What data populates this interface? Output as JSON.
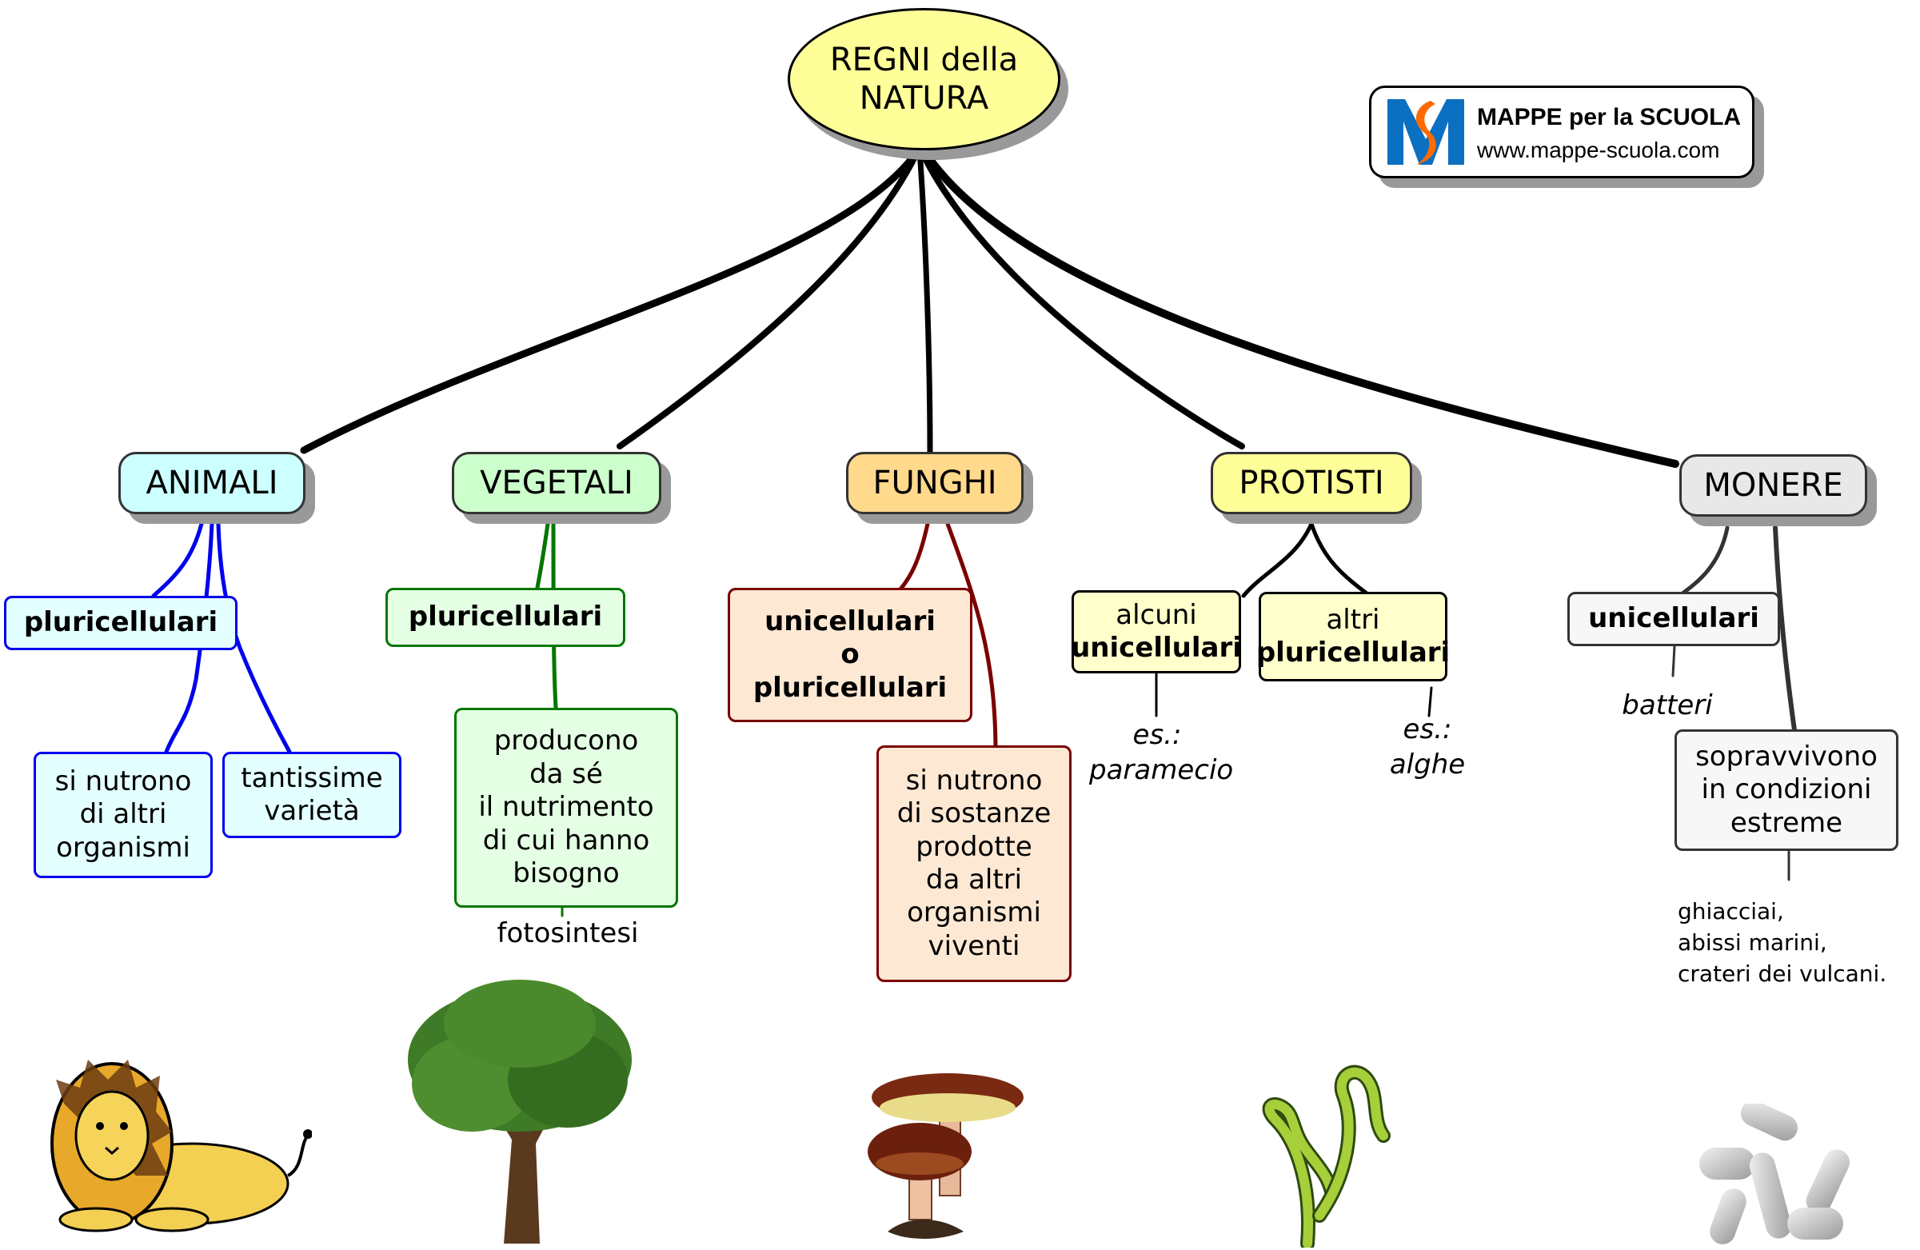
{
  "title": {
    "line1": "REGNI della",
    "line2": "NATURA"
  },
  "logo": {
    "brand": "MAPPE per la SCUOLA",
    "url": "www.mappe-scuola.com",
    "letter": "M"
  },
  "colors": {
    "root": "#ffff99",
    "animali": "#ccffff",
    "vegetali": "#ccffcc",
    "funghi": "#ffd98c",
    "protisti": "#ffff99",
    "monere": "#e8e8e8",
    "animali_line": "#0000ee",
    "vegetali_line": "#007700",
    "funghi_line": "#7a0000",
    "logo_blue": "#0b6fc2",
    "logo_orange": "#ff6a00"
  },
  "kingdoms": {
    "animali": {
      "label": "ANIMALI",
      "type": "pluricellulari",
      "facts": [
        {
          "lines": [
            "si nutrono",
            "di altri",
            "organismi"
          ]
        },
        {
          "lines": [
            "tantissime",
            "varietà"
          ]
        }
      ],
      "image": "lion-icon"
    },
    "vegetali": {
      "label": "VEGETALI",
      "type": "pluricellulari",
      "fact": {
        "lines": [
          "producono",
          "da sé",
          "il nutrimento",
          "di cui hanno",
          "bisogno"
        ]
      },
      "note": "fotosintesi",
      "image": "tree-icon"
    },
    "funghi": {
      "label": "FUNGHI",
      "type": {
        "lines": [
          "unicellulari",
          "o",
          "pluricellulari"
        ]
      },
      "fact": {
        "lines": [
          "si nutrono",
          "di sostanze",
          "prodotte",
          "da altri",
          "organismi",
          "viventi"
        ]
      },
      "image": "mushroom-icon"
    },
    "protisti": {
      "label": "PROTISTI",
      "groups": [
        {
          "prefix": "alcuni",
          "type": "unicellulari",
          "example_label": "es.:",
          "example": "paramecio"
        },
        {
          "prefix": "altri",
          "type": "pluricellulari",
          "example_label": "es.:",
          "example": "alghe"
        }
      ],
      "image": "algae-icon"
    },
    "monere": {
      "label": "MONERE",
      "type": "unicellulari",
      "example": "batteri",
      "fact": {
        "lines": [
          "sopravvivono",
          "in condizioni",
          "estreme"
        ]
      },
      "places": [
        "ghiacciai,",
        "abissi marini,",
        "crateri dei vulcani."
      ],
      "image": "bacteria-icon"
    }
  }
}
